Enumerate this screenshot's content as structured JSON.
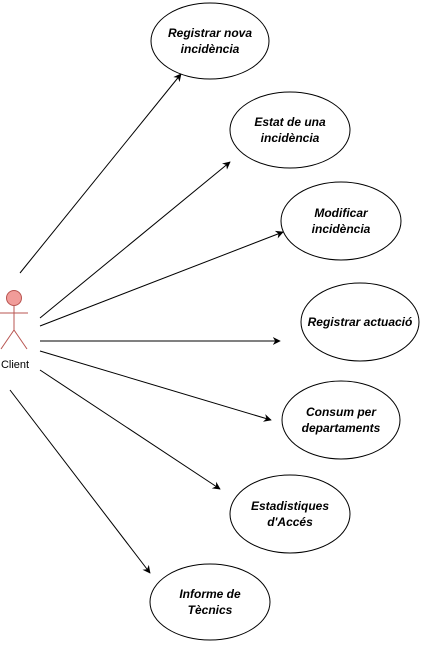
{
  "actor": {
    "label": "Client",
    "fill": "#f19c99",
    "stroke": "#b85450"
  },
  "use_cases": [
    {
      "id": "registrar-nova-incidencia",
      "lines": [
        "Registrar nova",
        "incidència"
      ]
    },
    {
      "id": "estat-incidencia",
      "lines": [
        "Estat de una",
        "incidència"
      ]
    },
    {
      "id": "modificar-incidencia",
      "lines": [
        "Modificar",
        "incidència"
      ]
    },
    {
      "id": "registrar-actuacio",
      "lines": [
        "Registrar actuació"
      ]
    },
    {
      "id": "consum-departaments",
      "lines": [
        "Consum per",
        "departaments"
      ]
    },
    {
      "id": "estadistiques-acces",
      "lines": [
        "Estadistiques",
        "d'Accés"
      ]
    },
    {
      "id": "informe-tecnics",
      "lines": [
        "Informe de",
        "Tècnics"
      ]
    }
  ],
  "colors": {
    "line": "#000000",
    "ellipse_fill": "#ffffff",
    "ellipse_stroke": "#000000"
  }
}
